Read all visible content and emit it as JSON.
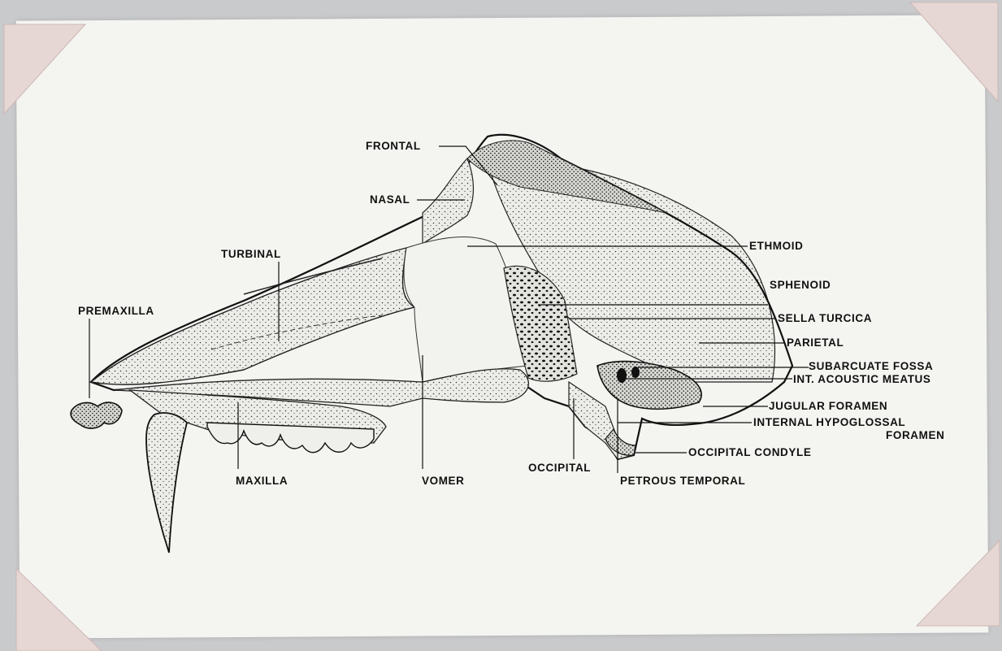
{
  "labels": {
    "frontal": "FRONTAL",
    "nasal": "NASAL",
    "turbinal": "TURBINAL",
    "premaxilla": "PREMAXILLA",
    "maxilla": "MAXILLA",
    "vomer": "VOMER",
    "occipital": "OCCIPITAL",
    "petrous_temporal": "PETROUS TEMPORAL",
    "ethmoid": "ETHMOID",
    "sphenoid": "SPHENOID",
    "sella_turcica": "SELLA TURCICA",
    "parietal": "PARIETAL",
    "subarcuate_fossa": "SUBARCUATE FOSSA",
    "int_acoustic_meatus": "INT. ACOUSTIC MEATUS",
    "jugular_foramen": "JUGULAR FORAMEN",
    "internal_hypoglossal": "INTERNAL HYPOGLOSSAL",
    "foramen": "FORAMEN",
    "occipital_condyle": "OCCIPITAL CONDYLE"
  },
  "colors": {
    "background": "#c9cacc",
    "card": "#f4f4f1",
    "photo_corner": "#e6d6d4",
    "ink": "#111111"
  }
}
